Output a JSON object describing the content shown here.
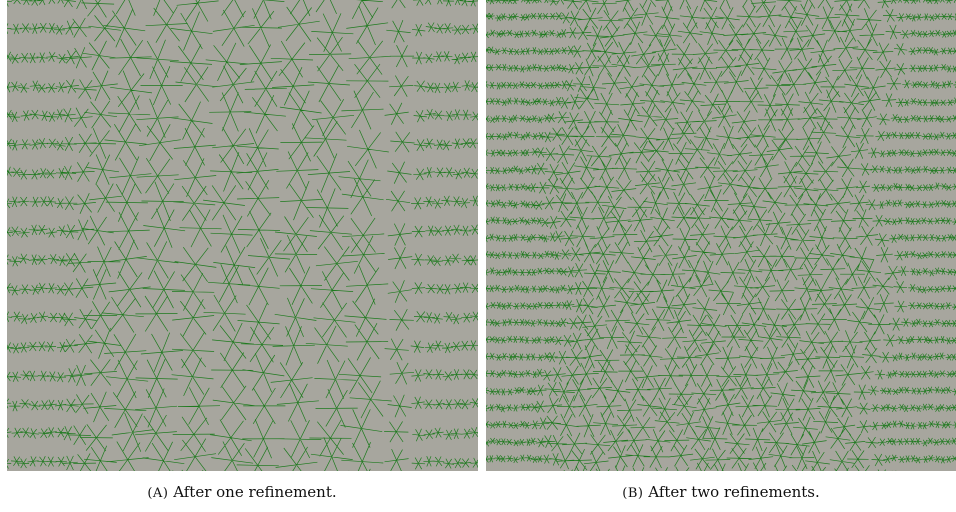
{
  "figure": {
    "subfigures": [
      {
        "label": "(A)",
        "caption": "After one refinement.",
        "mesh_color": "#1e7a1e",
        "background_color": "#a7a69e"
      },
      {
        "label": "(B)",
        "caption": "After two refinements.",
        "mesh_color": "#1e7a1e",
        "background_color": "#a7a69e"
      }
    ]
  }
}
